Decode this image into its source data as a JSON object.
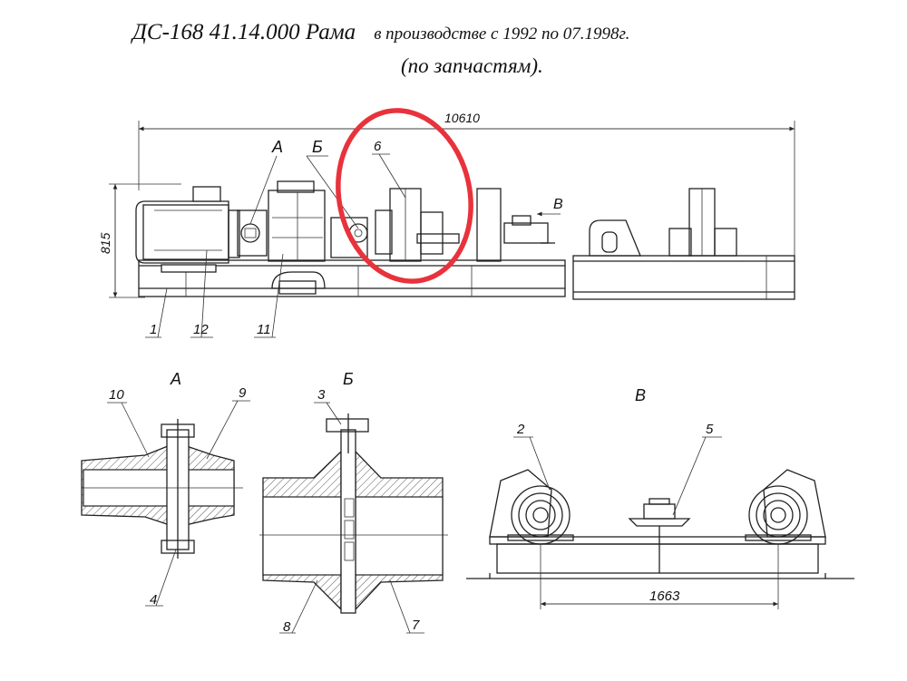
{
  "title": {
    "main": "ДС-168 41.14.000 Рама",
    "subtitle": "в производстве с 1992 по 07.1998г.",
    "note": "(по запчастям)."
  },
  "dimensions": {
    "overall_length": "10610",
    "height": "815",
    "roller_spacing": "1663"
  },
  "views": {
    "a": "А",
    "b": "Б",
    "v": "В",
    "view_arrow": "В"
  },
  "callouts": {
    "c1": "1",
    "c2": "2",
    "c3": "3",
    "c4": "4",
    "c5": "5",
    "c6": "6",
    "c7": "7",
    "c8": "8",
    "c9": "9",
    "c10": "10",
    "c11": "11",
    "c12": "12"
  },
  "highlight": {
    "color": "#e8323c",
    "target_callout": "6"
  },
  "colors": {
    "line": "#222222",
    "background": "#ffffff"
  }
}
